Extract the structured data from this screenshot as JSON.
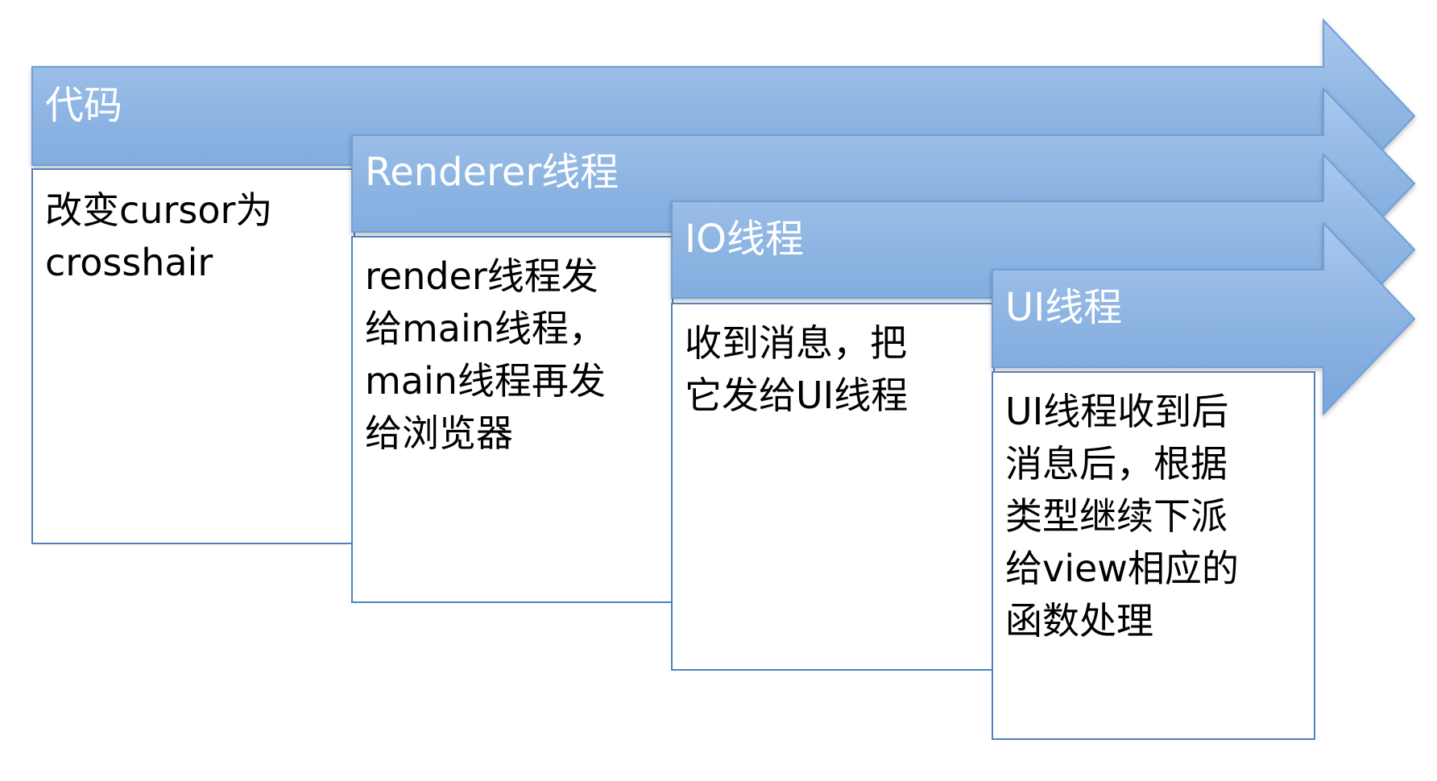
{
  "diagram": {
    "stages": [
      {
        "label": "代码",
        "lines": [
          "改变cursor为",
          "crosshair"
        ]
      },
      {
        "label": "Renderer线程",
        "lines": [
          "render线程发",
          "给main线程，",
          "main线程再发",
          "给浏览器"
        ]
      },
      {
        "label": "IO线程",
        "lines": [
          "收到消息，把",
          "它发给UI线程"
        ]
      },
      {
        "label": "UI线程",
        "lines": [
          "UI线程收到后",
          "消息后，根据",
          "类型继续下派",
          "给view相应的",
          "函数处理"
        ]
      }
    ],
    "colors": {
      "band": "#8db4e2",
      "band_light": "#b8d1f0",
      "band_border": "#6f9fd8",
      "box_border": "#4f81bd",
      "box_fill": "#ffffff"
    }
  }
}
